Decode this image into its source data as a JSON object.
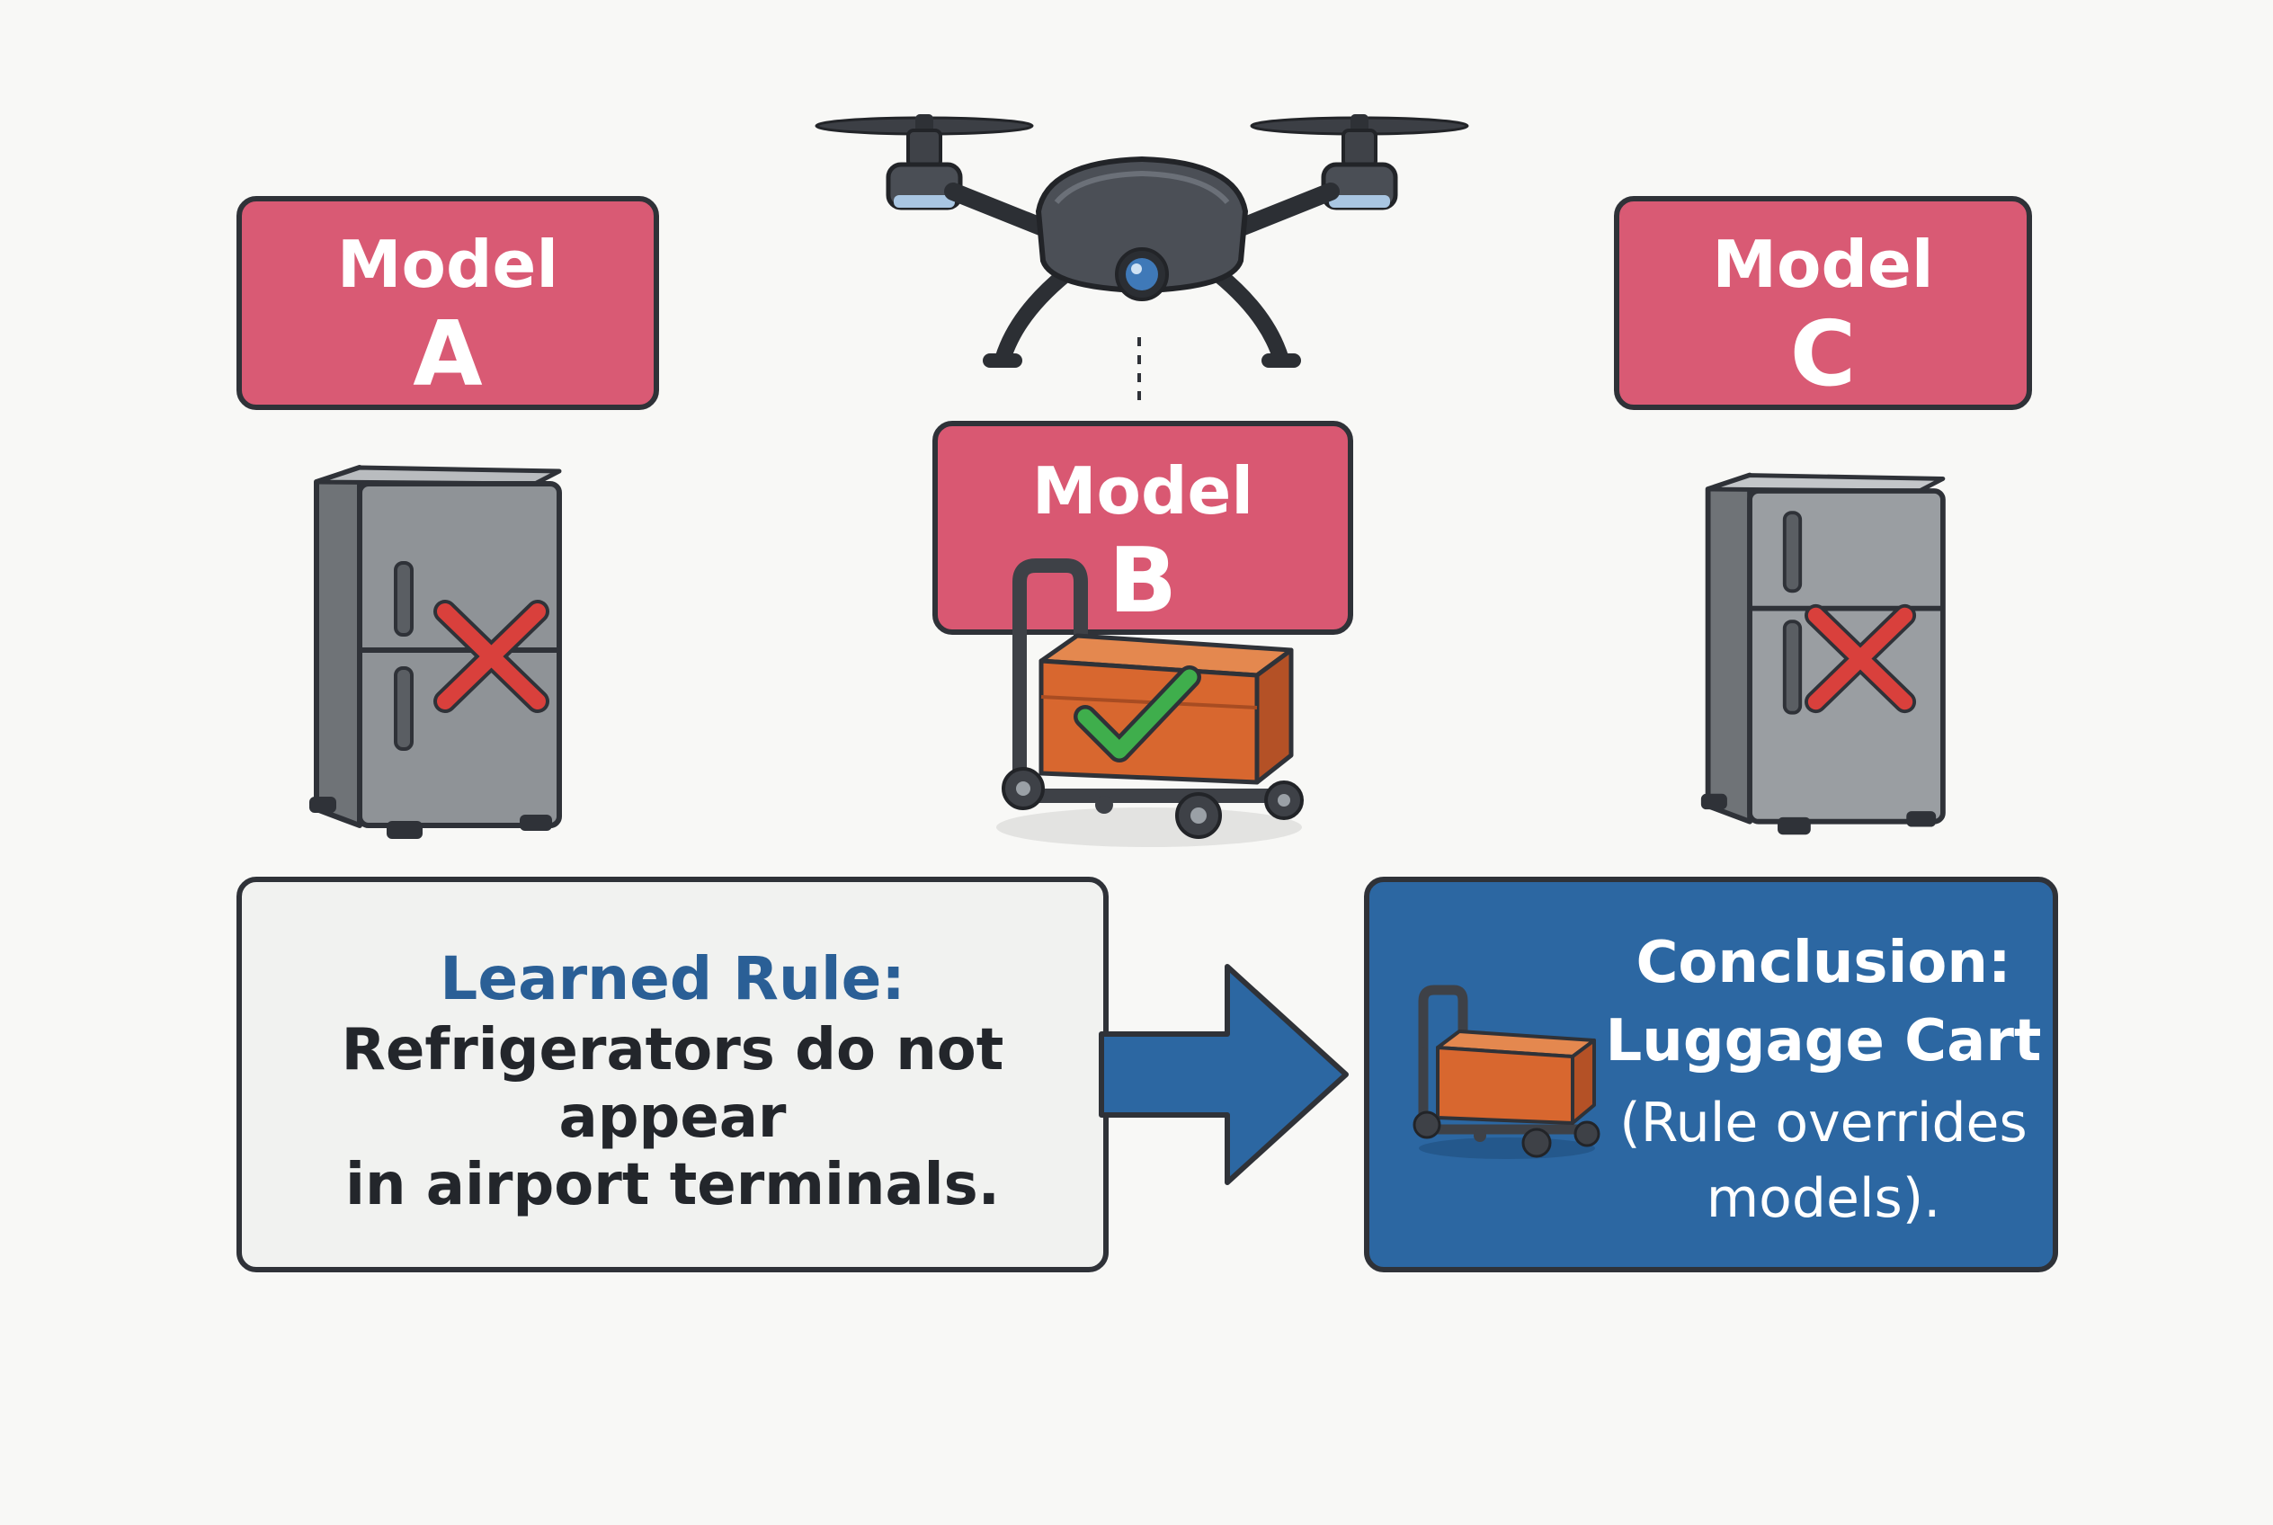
{
  "models": [
    {
      "word": "Model",
      "letter": "A"
    },
    {
      "word": "Model",
      "letter": "B"
    },
    {
      "word": "Model",
      "letter": "C"
    }
  ],
  "rule": {
    "heading": "Learned Rule:",
    "lines": [
      "Refrigerators do not",
      "appear",
      "in airport terminals."
    ]
  },
  "conclusion": {
    "heading": "Conclusion:",
    "subject": "Luggage Cart",
    "note_lines": [
      "(Rule overrides",
      "models)."
    ]
  },
  "icons": {
    "drone": "drone-icon",
    "refrigerator": "refrigerator-icon",
    "luggage_cart": "luggage-cart-icon",
    "cross": "red-x-icon",
    "check": "green-check-icon",
    "arrow": "right-arrow-icon"
  },
  "colors": {
    "model_box": "#d95a74",
    "model_box_b": "#d95872",
    "rule_box": "#f1f2f0",
    "rule_heading": "#2a5f96",
    "conclusion_box": "#2c67a2",
    "arrow": "#2c67a2",
    "reject_mark": "#d9403c",
    "accept_mark": "#3fae4c",
    "luggage": "#d8672f",
    "fridge": "#8f9397",
    "outline": "#2f3238"
  }
}
